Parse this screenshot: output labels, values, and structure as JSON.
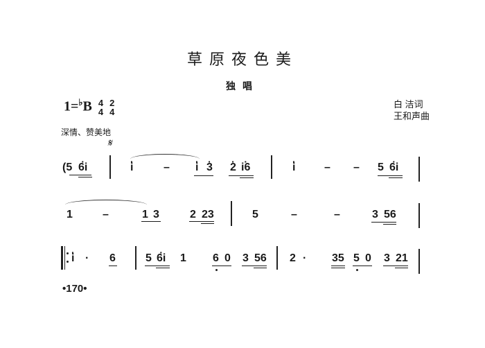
{
  "header": {
    "title": "草原夜色美",
    "subtitle": "独唱",
    "lyricist": "白  洁词",
    "composer": "王和声曲"
  },
  "key_signature": {
    "key": "1=",
    "flat": "♭",
    "note": "B",
    "time1_num": "4",
    "time1_den": "4",
    "time2_num": "2",
    "time2_den": "4"
  },
  "tempo_marking": "深情、赞美地",
  "segno": "𝄋",
  "lines": [
    {
      "tokens": [
        "(5",
        "6i",
        "i",
        "–",
        "i",
        "3",
        "2",
        "i6",
        "i",
        "–",
        "–",
        "5",
        "6i"
      ]
    },
    {
      "tokens": [
        "1",
        "–",
        "1",
        "3",
        "2",
        "23",
        "5",
        "–",
        "–",
        "3",
        "56"
      ]
    },
    {
      "tokens": [
        "i",
        "·",
        "6",
        "5",
        "6i",
        "1",
        "6",
        "0",
        "3",
        "56",
        "2",
        "·",
        "35",
        "5",
        "0",
        "3",
        "21"
      ]
    }
  ],
  "page_number": "•170•"
}
